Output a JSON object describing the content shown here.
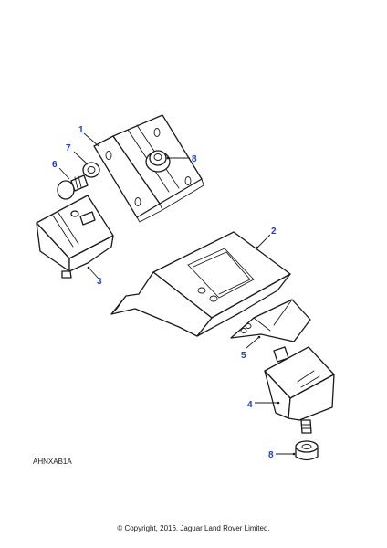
{
  "diagram": {
    "callouts": {
      "c1": "1",
      "c2": "2",
      "c3": "3",
      "c4": "4",
      "c5": "5",
      "c6": "6",
      "c7": "7",
      "c8a": "8",
      "c8b": "8"
    },
    "reference_code": "AHNXAB1A",
    "copyright": "© Copyright, 2016. Jaguar Land Rover Limited.",
    "colors": {
      "callout": "#1f3fbf",
      "line": "#1a1a1a",
      "background": "#ffffff"
    }
  }
}
